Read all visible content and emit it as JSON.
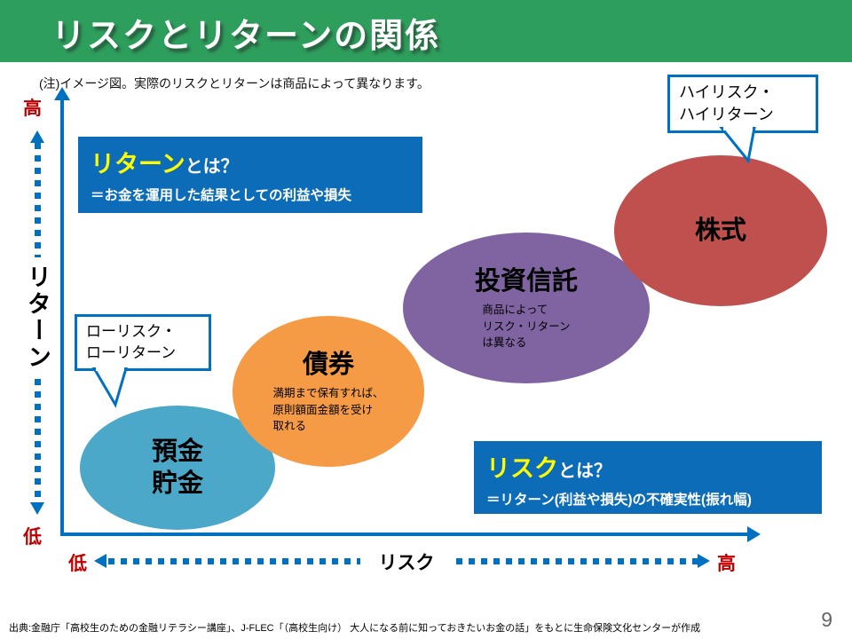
{
  "colors": {
    "header_green": "#2E9E5C",
    "axis_blue": "#0070C0",
    "info_box_blue": "#0C6CB8",
    "highlight_yellow": "#FFFF00",
    "axis_end_red": "#C00000",
    "deposit_teal": "#4BA8C8",
    "bond_orange": "#F59B45",
    "trust_purple": "#8064A2",
    "stock_red": "#C0504D"
  },
  "header": {
    "title": "リスクとリターンの関係"
  },
  "note": "(注)イメージ図。実際のリスクとリターンは商品によって異なります。",
  "axes": {
    "y_label": "リターン",
    "y_high": "高",
    "y_low": "低",
    "x_label": "リスク",
    "x_low": "低",
    "x_high": "高"
  },
  "callouts": {
    "low_risk": "ローリスク・\nローリターン",
    "high_risk": "ハイリスク・\nハイリターン"
  },
  "info_boxes": {
    "return": {
      "term": "リターン",
      "suffix": "とは？",
      "definition": "＝お金を運用した結果としての利益や損失"
    },
    "risk": {
      "term": "リスク",
      "suffix": "とは？",
      "definition": "＝リターン(利益や損失)の不確実性(振れ幅)"
    }
  },
  "products": [
    {
      "name": "預金\n貯金",
      "note": "",
      "color": "#4BA8C8"
    },
    {
      "name": "債券",
      "note": "満期まで保有すれば、\n原則額面金額を受け\n取れる",
      "color": "#F59B45"
    },
    {
      "name": "投資信託",
      "note": "商品によって\nリスク・リターン\nは異なる",
      "color": "#8064A2"
    },
    {
      "name": "株式",
      "note": "",
      "color": "#C0504D"
    }
  ],
  "footer": {
    "source": "出典:金融庁「高校生のための金融リテラシー講座」、J-FLEC「（高校生向け） 大人になる前に知っておきたいお金の話」をもとに生命保険文化センターが作成",
    "page": "9"
  }
}
